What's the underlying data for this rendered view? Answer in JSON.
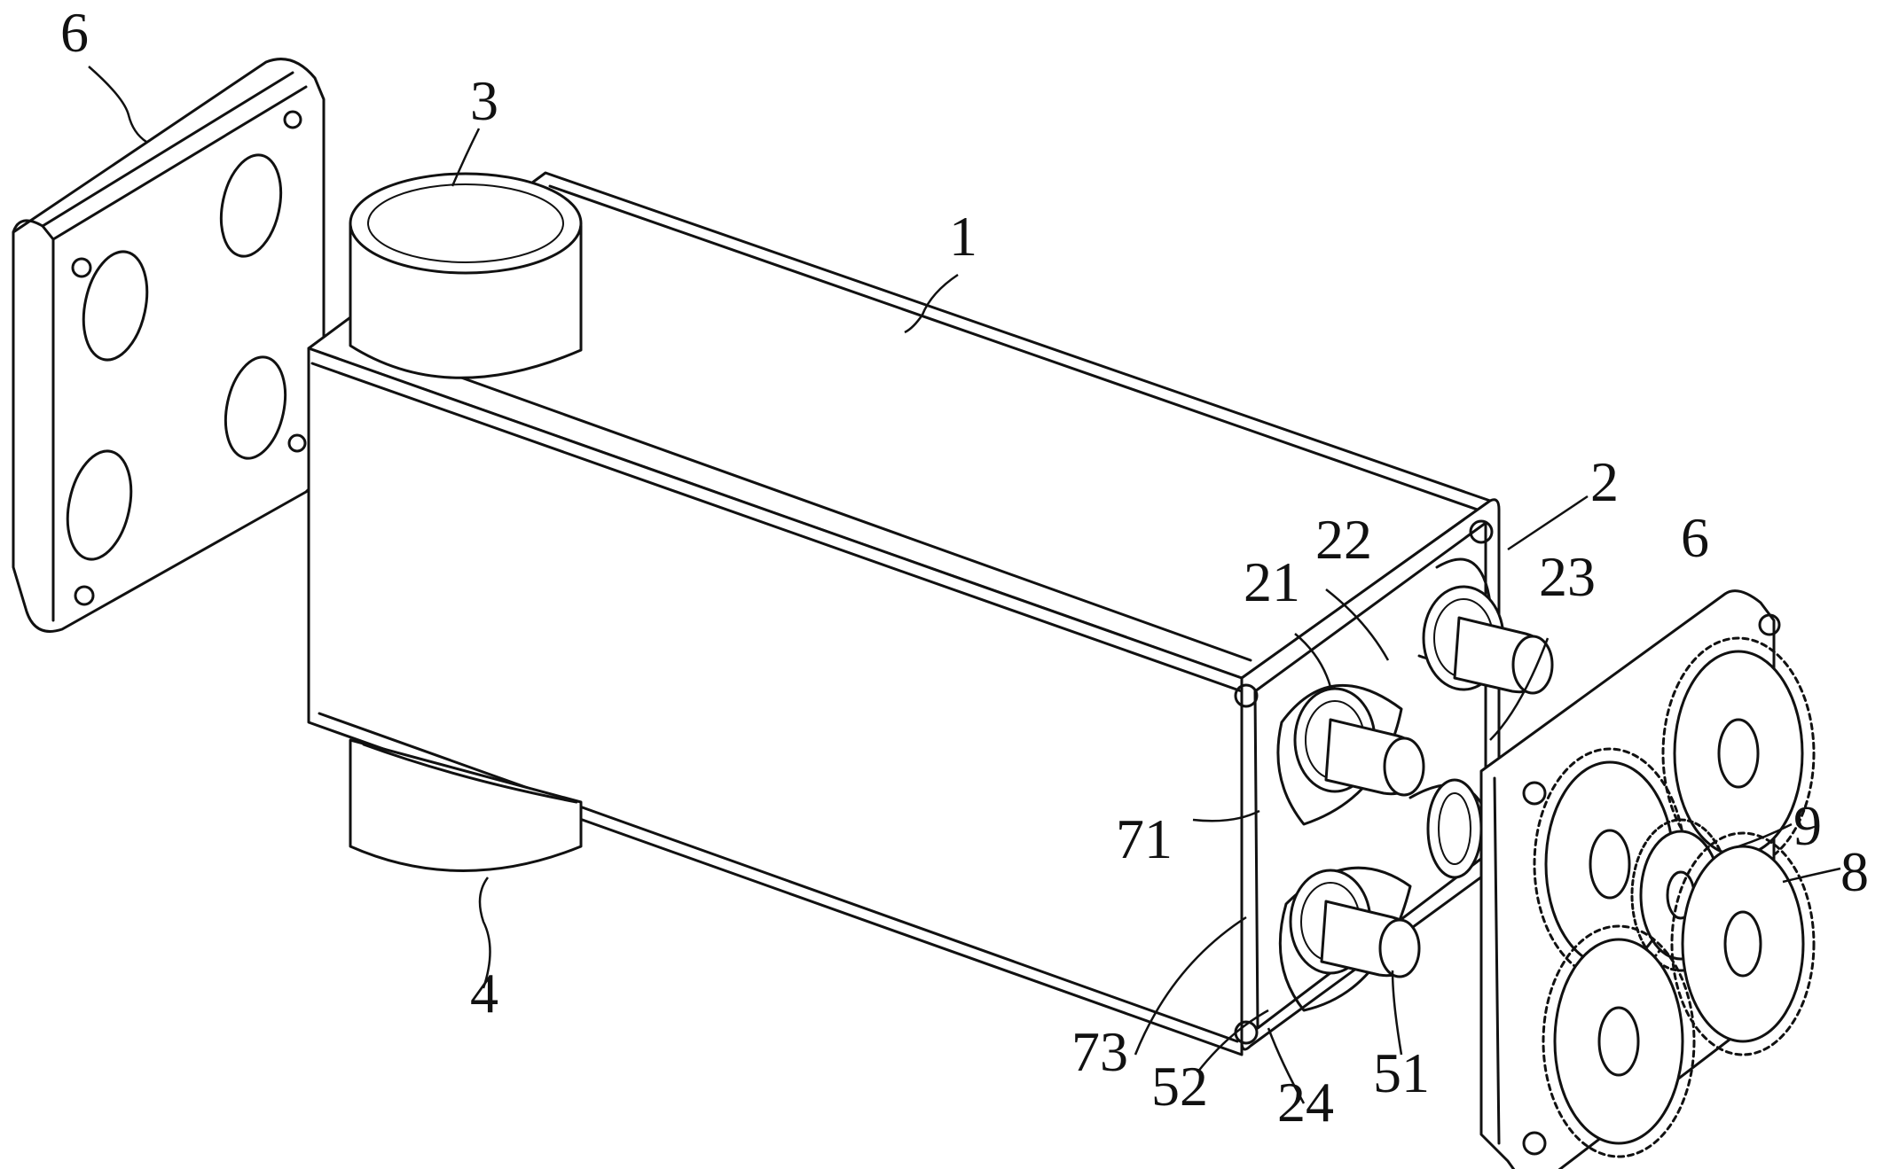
{
  "figure": {
    "labels": {
      "plate_left": "6",
      "inlet": "3",
      "housing": "1",
      "outlet": "4",
      "end_cover": "2",
      "plate_right": "6",
      "part_21": "21",
      "part_22": "22",
      "part_23": "23",
      "part_71": "71",
      "part_9": "9",
      "part_8": "8",
      "part_73": "73",
      "part_52": "52",
      "part_24": "24",
      "part_51": "51"
    }
  }
}
